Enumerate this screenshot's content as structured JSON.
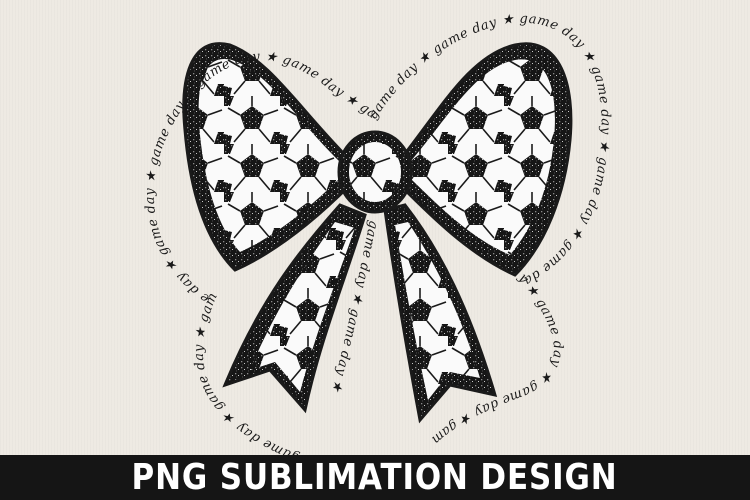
{
  "banner": {
    "title": "PNG SUBLIMATION DESIGN",
    "background": "#151515",
    "text_color": "#ffffff"
  },
  "artwork": {
    "subject": "soccer-ball-bow",
    "repeating_phrase": "game day ★ game day ★ game day ★ game day ★ game day ★ game day ★ game day ★ game day ★ game day ★ game day ★ game day ★ game day ★ game day ★ game day ★",
    "ink_color": "#1a1a1a",
    "background": "#eeeae3"
  }
}
